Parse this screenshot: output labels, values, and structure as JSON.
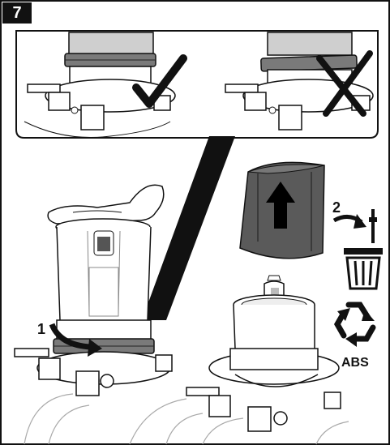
{
  "step": {
    "number": "7"
  },
  "callouts": {
    "twist_marker": "1",
    "dispose_marker": "2"
  },
  "recycle": {
    "material_label": "ABS"
  },
  "icons": {
    "checkmark": "checkmark-icon",
    "cross": "cross-icon",
    "up_arrow": "up-arrow-icon",
    "trash_bin": "trash-bin-icon",
    "recycle": "recycle-icon"
  },
  "colors": {
    "ink": "#111111",
    "cap_gray": "#5a5a5a",
    "light_gray": "#d8d8d8"
  }
}
